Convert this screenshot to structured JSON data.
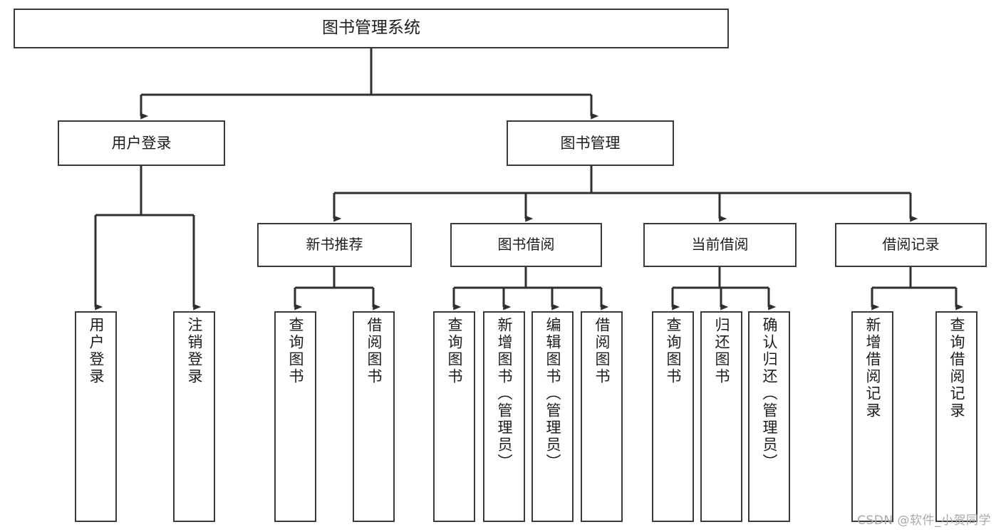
{
  "diagram": {
    "type": "tree-hierarchy-chart",
    "title": "图书管理系统",
    "watermark": "CSDN @软件_小贺同学",
    "colors": {
      "box_border": "#3a3a3a",
      "box_fill": "#ffffff",
      "connector": "#2f2f2f",
      "text": "#1d1d1d",
      "watermark": "#a9a9a9",
      "background": "#ffffff"
    },
    "levels": {
      "root": "图书管理系统",
      "level1": [
        "用户登录",
        "图书管理"
      ],
      "level2": [
        "新书推荐",
        "图书借阅",
        "当前借阅",
        "借阅记录"
      ],
      "level3_groups": {
        "用户登录": [
          "用户登录",
          "注销登录"
        ],
        "新书推荐": [
          "查询图书",
          "借阅图书"
        ],
        "图书借阅": [
          "查询图书",
          "新增图书（管理员）",
          "编辑图书（管理员）",
          "借阅图书"
        ],
        "当前借阅": [
          "查询图书",
          "归还图书",
          "确认归还（管理员）"
        ],
        "借阅记录": [
          "新增借阅记录",
          "查询借阅记录"
        ]
      }
    }
  },
  "nodes": {
    "root": {
      "label": "图书管理系统"
    },
    "user_login": {
      "label": "用户登录"
    },
    "book_manage": {
      "label": "图书管理"
    },
    "new_book_rec": {
      "label": "新书推荐"
    },
    "book_borrow": {
      "label": "图书借阅"
    },
    "current_borrow": {
      "label": "当前借阅"
    },
    "borrow_record": {
      "label": "借阅记录"
    },
    "leaf_user_login": {
      "label": "用户登录"
    },
    "leaf_user_logout": {
      "label": "注销登录"
    },
    "leaf_rec_query": {
      "label": "查询图书"
    },
    "leaf_rec_borrow": {
      "label": "借阅图书"
    },
    "leaf_borrow_query": {
      "label": "查询图书"
    },
    "leaf_borrow_add": {
      "label": "新增图书（管理员）"
    },
    "leaf_borrow_edit": {
      "label": "编辑图书（管理员）"
    },
    "leaf_borrow_do": {
      "label": "借阅图书"
    },
    "leaf_cur_query": {
      "label": "查询图书"
    },
    "leaf_cur_return": {
      "label": "归还图书"
    },
    "leaf_cur_confirm": {
      "label": "确认归还（管理员）"
    },
    "leaf_rec_add": {
      "label": "新增借阅记录"
    },
    "leaf_rec_search": {
      "label": "查询借阅记录"
    }
  }
}
